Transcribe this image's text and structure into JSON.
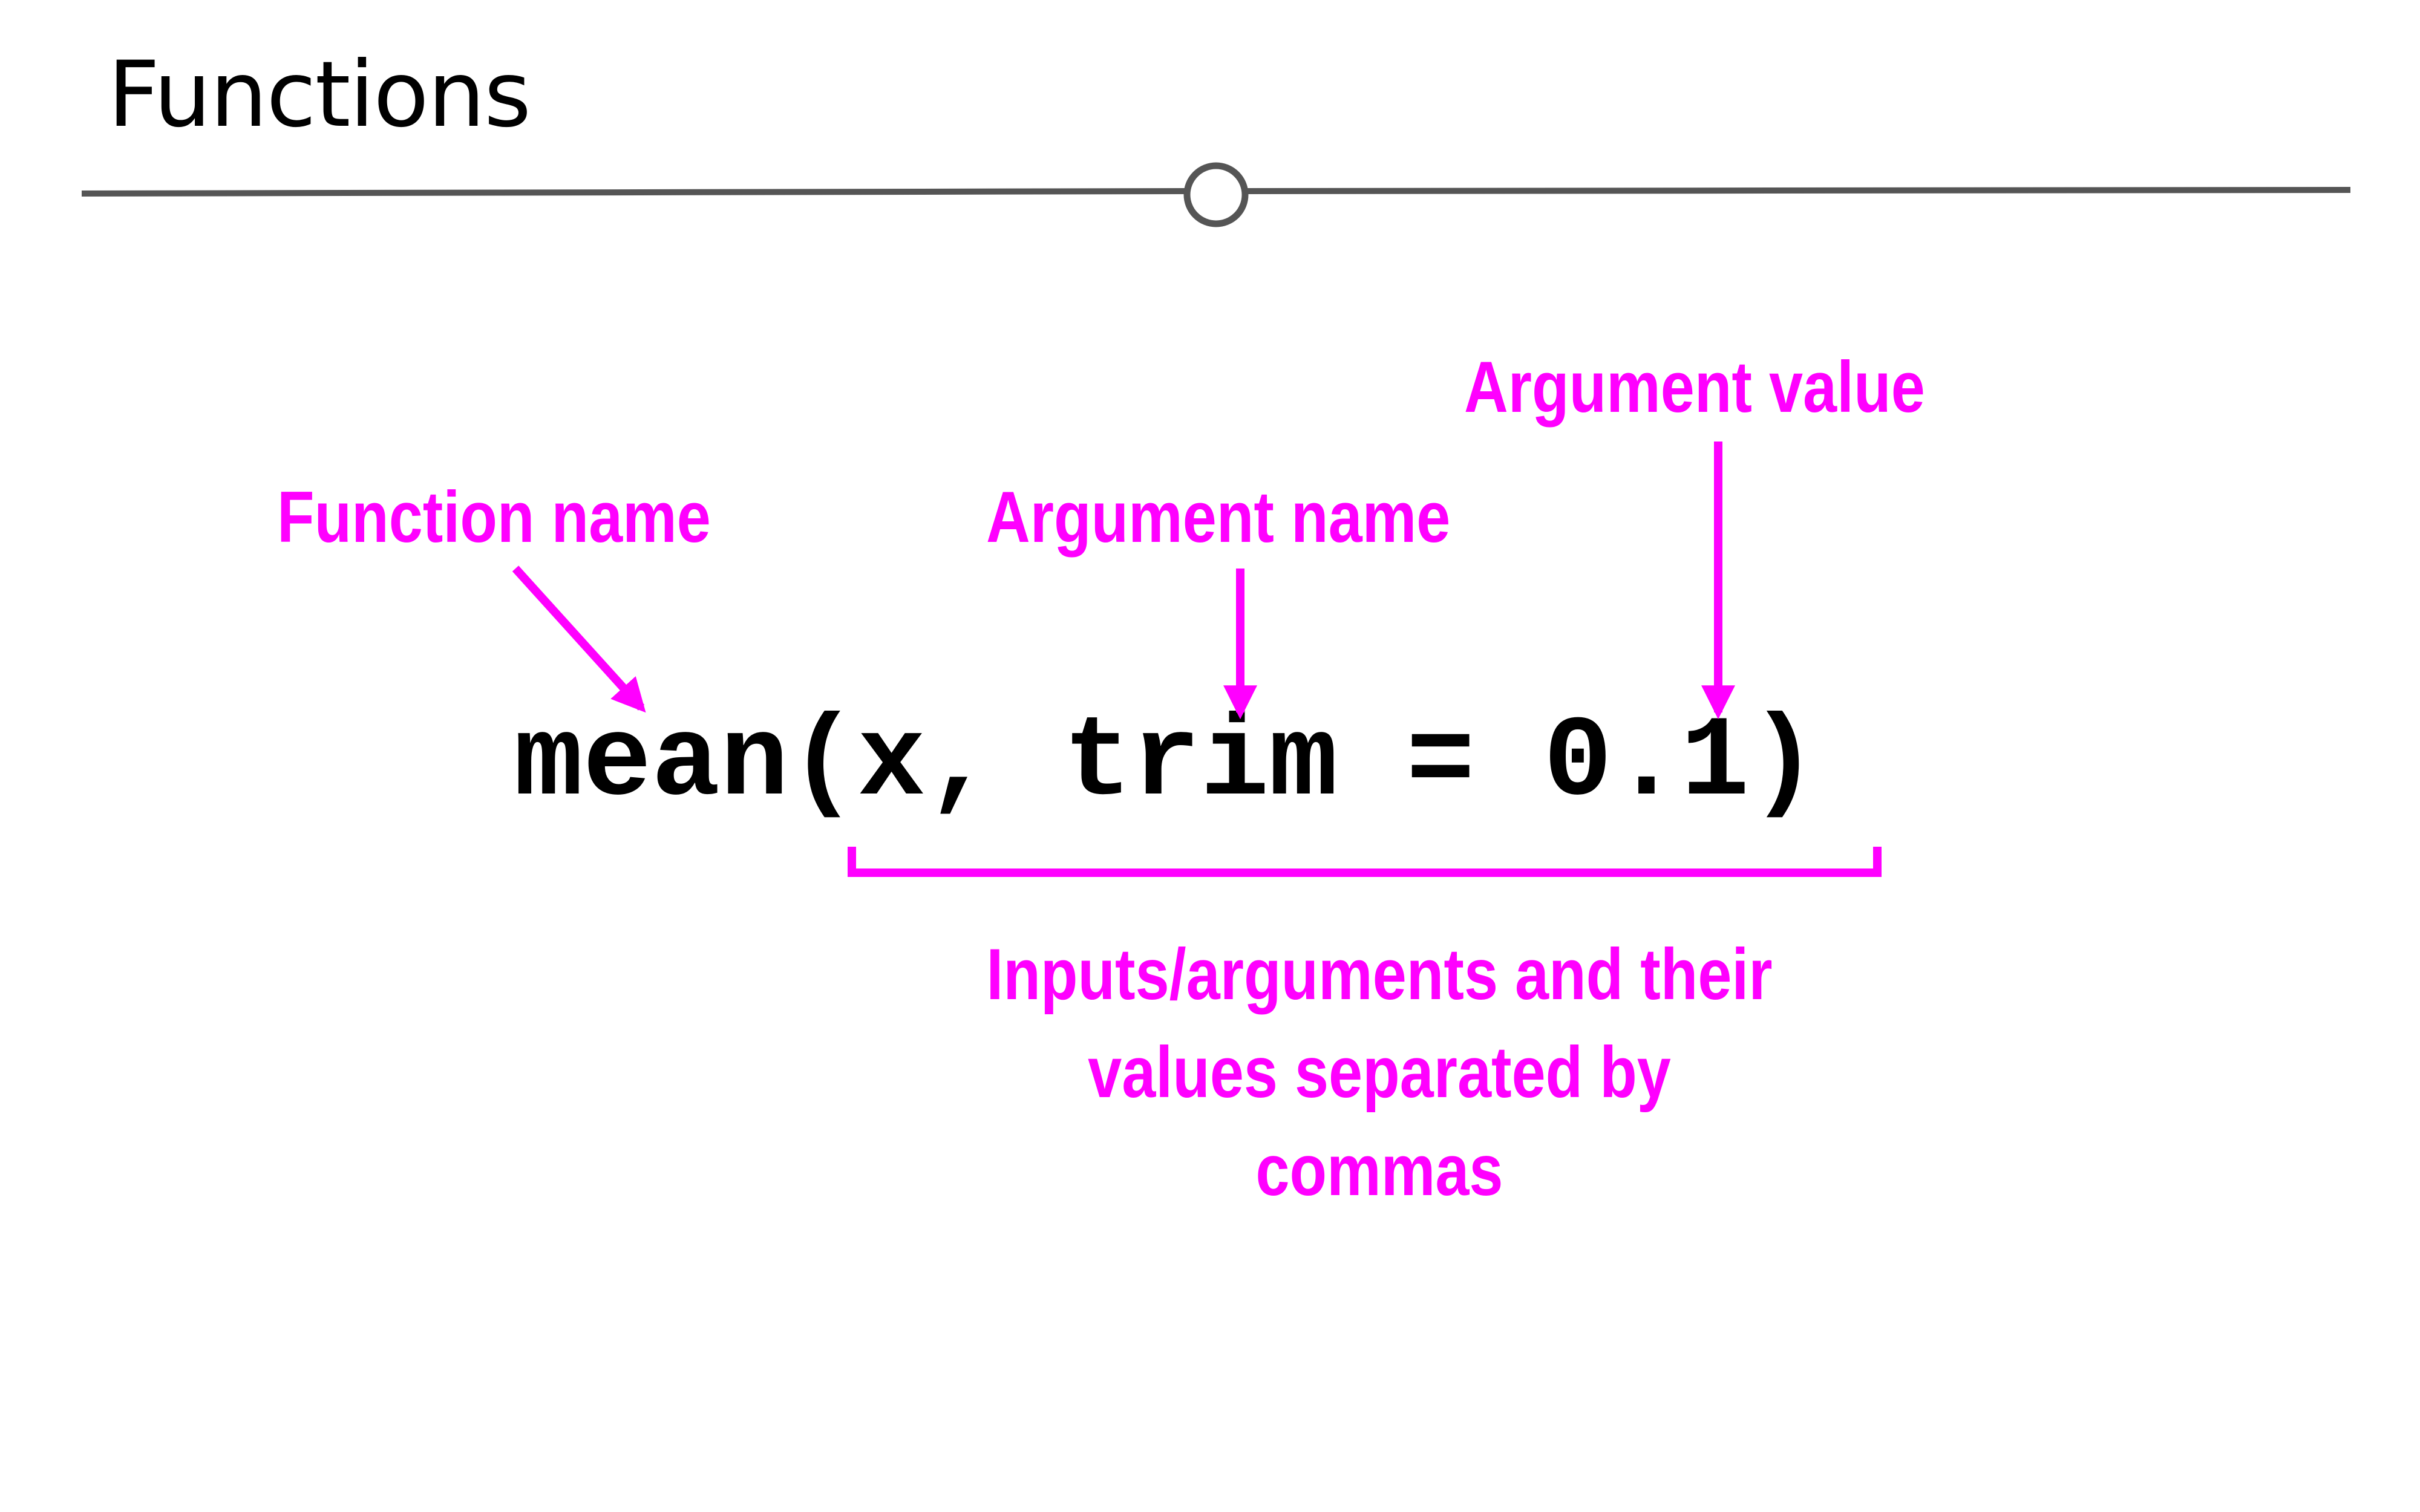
{
  "slide": {
    "title": "Functions"
  },
  "code": {
    "expression": "mean(x, trim = 0.1)"
  },
  "annotations": {
    "function_name": "Function name",
    "argument_name": "Argument name",
    "argument_value": "Argument value",
    "inputs_line1": "Inputs/arguments and their",
    "inputs_line2": "values separated by commas"
  },
  "colors": {
    "accent": "#ff00ff",
    "rule": "#555555",
    "text": "#000000"
  }
}
